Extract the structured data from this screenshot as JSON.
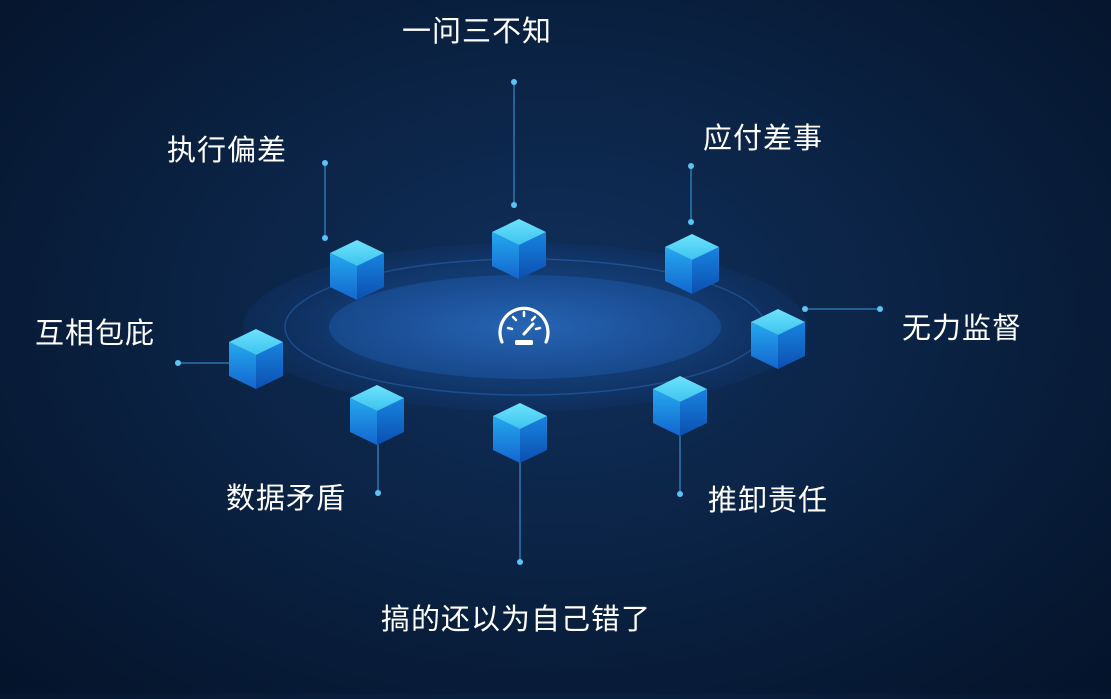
{
  "center": {
    "icon": "speedometer-icon"
  },
  "colors": {
    "background": "#0b2345",
    "ring": "#1e5fb0",
    "cube_top": "#4fd3f5",
    "cube_left": "#1b8fe0",
    "cube_right": "#0f5fc0",
    "connector": "#3fa6e8",
    "label": "#ffffff"
  },
  "nodes": [
    {
      "id": "yi-wen-san-bu-zhi",
      "label": "一问三不知"
    },
    {
      "id": "ying-fu-cha-shi",
      "label": "应付差事"
    },
    {
      "id": "wu-li-jian-du",
      "label": "无力监督"
    },
    {
      "id": "tui-xie-ze-ren",
      "label": "推卸责任"
    },
    {
      "id": "gao-de-hai-yi-wei",
      "label": "搞的还以为自己错了"
    },
    {
      "id": "shu-ju-mao-dun",
      "label": "数据矛盾"
    },
    {
      "id": "hu-xiang-bao-bi",
      "label": "互相包庇"
    },
    {
      "id": "zhi-xing-pian-cha",
      "label": "执行偏差"
    }
  ]
}
